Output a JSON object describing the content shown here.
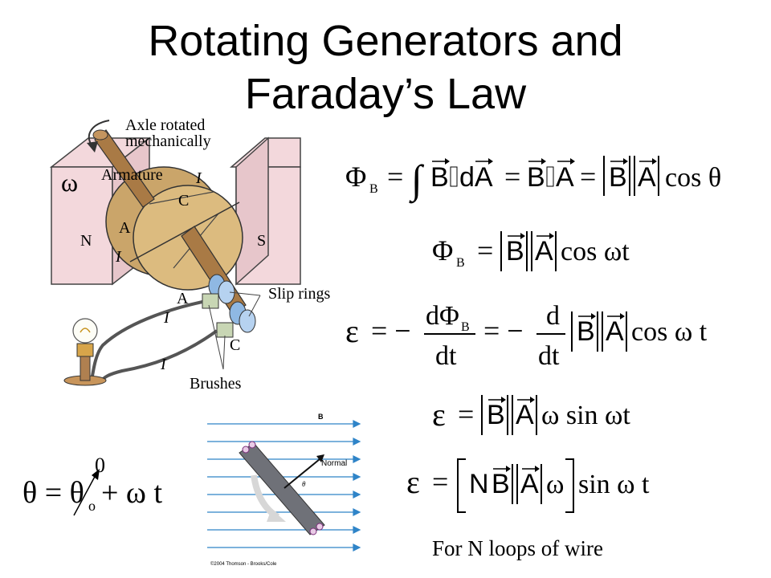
{
  "slide": {
    "title_line1": "Rotating Generators and",
    "title_line2": "Faraday’s Law",
    "caption": "For N loops of wire"
  },
  "generator_diagram": {
    "axle_label": "Axle rotated\nmechanically",
    "axle_label_line1": "Axle rotated",
    "axle_label_line2": "mechanically",
    "armature_label": "Armature",
    "omega": "ω",
    "north_pole": "N",
    "south_pole": "S",
    "slip_rings_label": "Slip rings",
    "brushes_label": "Brushes",
    "terminal_a": "A",
    "terminal_c": "C",
    "current_symbol": "I"
  },
  "field_diagram": {
    "field_label": "B",
    "normal_label": "Normal",
    "angle_label": "θ",
    "copyright": "©2004 Thomson - Brooks/Cole"
  },
  "equations": {
    "angle_subscript_zero": "0"
  },
  "colors": {
    "magnet": "#f3d8dc",
    "armature": "#dcbb7f",
    "axle": "#a97a45",
    "slip_ring": "#8fb8e3",
    "brush": "#c8d6b4",
    "field_lines": "#2f84c8",
    "loop": "#6f7178"
  }
}
